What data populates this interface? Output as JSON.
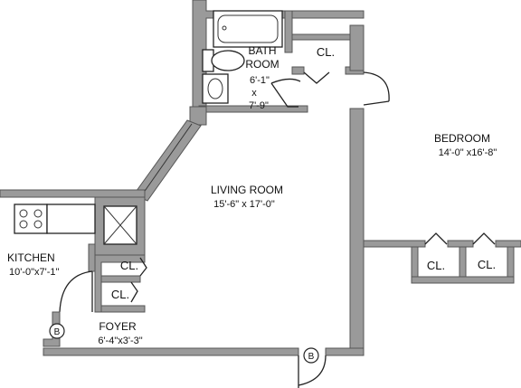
{
  "rooms": {
    "bath": {
      "name_line1": "BATH",
      "name_line2": "ROOM",
      "dim1": "6'-1\"",
      "dim_x": "x",
      "dim2": "7'-9\""
    },
    "bedroom": {
      "name": "BEDROOM",
      "dims": "14'-0\" x16'-8\""
    },
    "living": {
      "name": "LIVING ROOM",
      "dims": "15'-6\" x 17'-0\""
    },
    "kitchen": {
      "name": "KITCHEN",
      "dims": "10'-0\"x7'-1\""
    },
    "foyer": {
      "name": "FOYER",
      "dims": "6'-4\"x3'-3\""
    }
  },
  "closets": {
    "bath_closet": "CL.",
    "foyer_closet_upper": "CL.",
    "foyer_closet_lower": "CL.",
    "bedroom_closet_left": "CL.",
    "bedroom_closet_right": "CL."
  },
  "markers": {
    "entry": "B",
    "living": "B"
  }
}
